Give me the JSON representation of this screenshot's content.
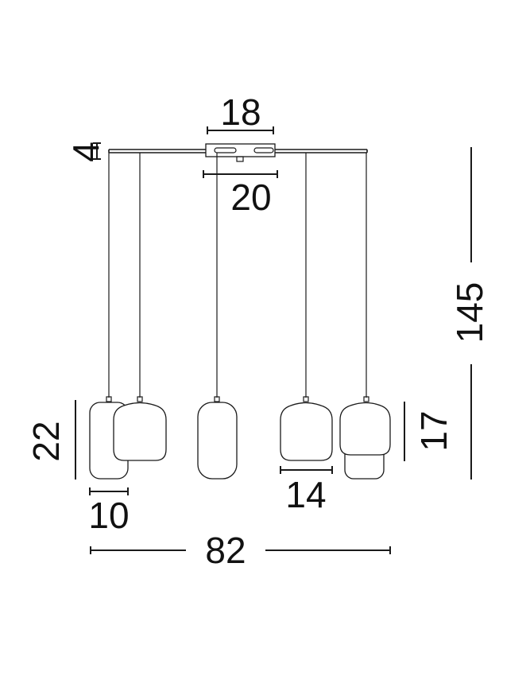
{
  "diagram": {
    "colors": {
      "ink": "#1a1a1a",
      "background": "#ffffff"
    },
    "dimensions": {
      "canopy_width_top": "18",
      "canopy_width_bottom": "20",
      "canopy_height": "4",
      "total_height": "145",
      "large_shade_height": "22",
      "small_shade_height": "17",
      "narrow_shade_width": "10",
      "wide_shade_width": "14",
      "total_width": "82"
    }
  }
}
